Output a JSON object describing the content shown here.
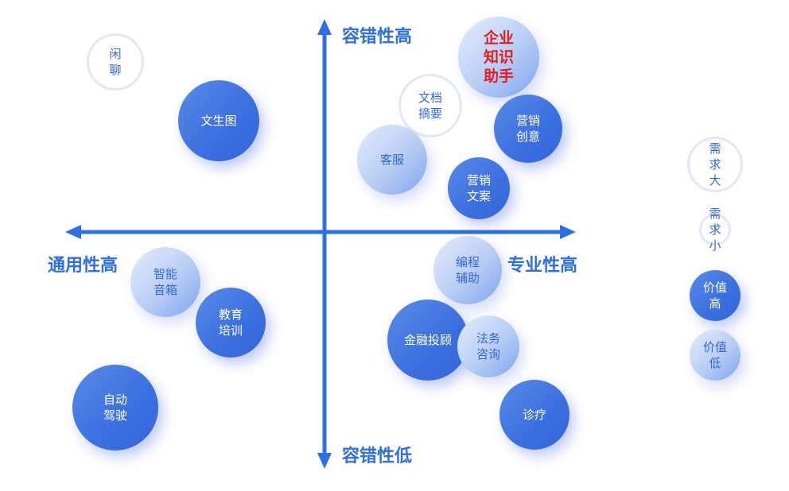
{
  "axes": {
    "top": "容错性高",
    "bottom": "容错性低",
    "left": "通用性高",
    "right": "专业性高"
  },
  "colors": {
    "axis": "#2f6fe0",
    "dark": "#3b6fdf",
    "highlight": "#e02020"
  },
  "bubbles": [
    {
      "id": "chat",
      "lines": [
        "闲",
        "聊"
      ],
      "style": "outline"
    },
    {
      "id": "text-to-image",
      "lines": [
        "文生图"
      ],
      "style": "dark"
    },
    {
      "id": "enterprise-knowledge-assistant",
      "lines": [
        "企业",
        "知识",
        "助手"
      ],
      "style": "light red"
    },
    {
      "id": "document-summary",
      "lines": [
        "文档",
        "摘要"
      ],
      "style": "outline"
    },
    {
      "id": "marketing-creative",
      "lines": [
        "营销",
        "创意"
      ],
      "style": "dark"
    },
    {
      "id": "customer-service",
      "lines": [
        "客服"
      ],
      "style": "light"
    },
    {
      "id": "marketing-copy",
      "lines": [
        "营销",
        "文案"
      ],
      "style": "dark"
    },
    {
      "id": "smart-speaker",
      "lines": [
        "智能",
        "音箱"
      ],
      "style": "light"
    },
    {
      "id": "education-training",
      "lines": [
        "教育",
        "培训"
      ],
      "style": "dark"
    },
    {
      "id": "coding-assistant",
      "lines": [
        "编程",
        "辅助"
      ],
      "style": "light"
    },
    {
      "id": "financial-advisory",
      "lines": [
        "金融投顾"
      ],
      "style": "dark"
    },
    {
      "id": "legal-consulting",
      "lines": [
        "法务",
        "咨询"
      ],
      "style": "light"
    },
    {
      "id": "autonomous-driving",
      "lines": [
        "自动",
        "驾驶"
      ],
      "style": "dark"
    },
    {
      "id": "diagnosis",
      "lines": [
        "诊疗"
      ],
      "style": "dark"
    }
  ],
  "legend": [
    {
      "id": "demand-large",
      "lines": [
        "需",
        "求",
        "大"
      ],
      "style": "outline"
    },
    {
      "id": "demand-small",
      "lines": [
        "需",
        "求",
        "小"
      ],
      "style": "outline"
    },
    {
      "id": "value-high",
      "lines": [
        "价值",
        "高"
      ],
      "style": "dark"
    },
    {
      "id": "value-low",
      "lines": [
        "价值",
        "低"
      ],
      "style": "light"
    }
  ]
}
